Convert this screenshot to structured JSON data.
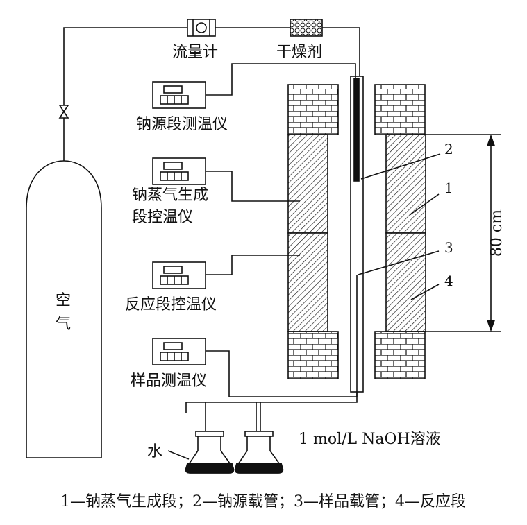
{
  "labels": {
    "flowmeter": "流量计",
    "desiccant": "干燥剂",
    "thermo_sodium_source": "钠源段测温仪",
    "controller_vapor_line1": "钠蒸气生成",
    "controller_vapor_line2": "段控温仪",
    "controller_reaction": "反应段控温仪",
    "thermo_sample": "样品测温仪",
    "air_cylinder_line1": "空",
    "air_cylinder_line2": "气",
    "water": "水",
    "naoh_solution": "1 mol/L NaOH溶液",
    "dimension": "80 cm"
  },
  "callouts": [
    "2",
    "1",
    "3",
    "4"
  ],
  "caption": "1—钠蒸气生成段；2—钠源载管；3—样品载管；4—反应段",
  "colors": {
    "stroke": "#111111",
    "liquid": "#111111"
  }
}
